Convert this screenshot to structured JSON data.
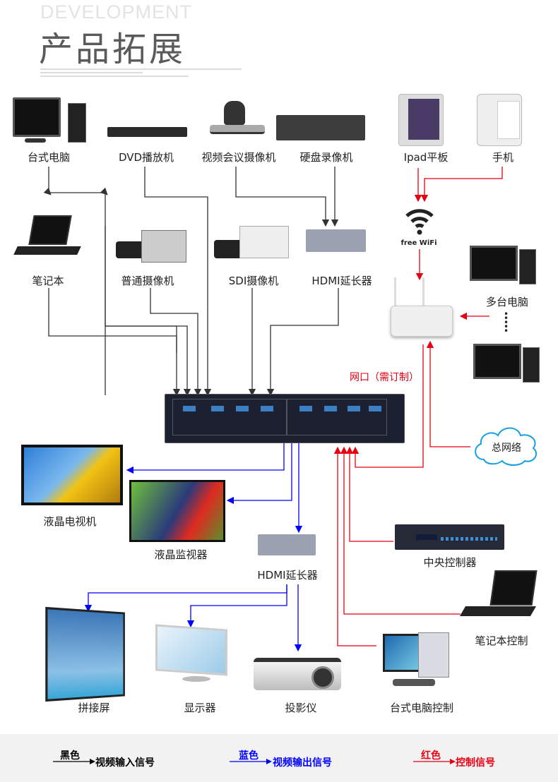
{
  "header": {
    "subtitle_en": "DEVELOPMENT",
    "title_cn": "产品拓展"
  },
  "input_devices": {
    "desktop": "台式电脑",
    "dvd": "DVD播放机",
    "conference_camera": "视频会议摄像机",
    "dvr": "硬盘录像机",
    "laptop": "笔记本",
    "normal_camera": "普通摄像机",
    "sdi_camera": "SDI摄像机",
    "hdmi_extender_in": "HDMI延长器"
  },
  "network": {
    "ipad": "Ipad平板",
    "phone": "手机",
    "wifi": "free WiFi",
    "multi_pc": "多台电脑",
    "port_note": "网口（需订制）",
    "total_network": "总网络"
  },
  "output_devices": {
    "lcd_tv": "液晶电视机",
    "lcd_monitor": "液晶监视器",
    "hdmi_extender_out": "HDMI延长器",
    "video_wall": "拼接屏",
    "display": "显示器",
    "projector": "投影仪"
  },
  "control_devices": {
    "central_controller": "中央控制器",
    "laptop_control": "笔记本控制",
    "desktop_control": "台式电脑控制"
  },
  "legend": {
    "black": {
      "color_name": "黑色",
      "meaning": "视频输入信号",
      "color": "#000000"
    },
    "blue": {
      "color_name": "蓝色",
      "meaning": "视频输出信号",
      "color": "#0000ff"
    },
    "red": {
      "color_name": "红色",
      "meaning": "控制信号",
      "color": "#e60012"
    }
  }
}
